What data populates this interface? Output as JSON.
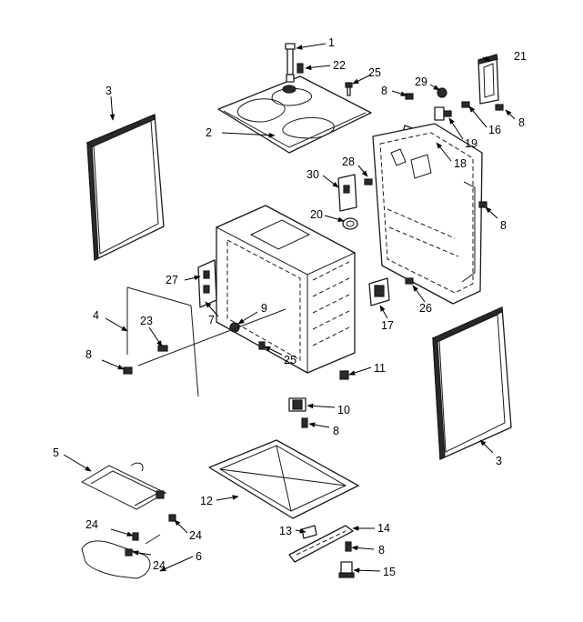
{
  "callouts": [
    {
      "id": "c1",
      "text": "1"
    },
    {
      "id": "c2",
      "text": "2"
    },
    {
      "id": "c3a",
      "text": "3"
    },
    {
      "id": "c3b",
      "text": "3"
    },
    {
      "id": "c4",
      "text": "4"
    },
    {
      "id": "c5",
      "text": "5"
    },
    {
      "id": "c6",
      "text": "6"
    },
    {
      "id": "c7",
      "text": "7"
    },
    {
      "id": "c8a",
      "text": "8"
    },
    {
      "id": "c8b",
      "text": "8"
    },
    {
      "id": "c8c",
      "text": "8"
    },
    {
      "id": "c8d",
      "text": "8"
    },
    {
      "id": "c8e",
      "text": "8"
    },
    {
      "id": "c8f",
      "text": "8"
    },
    {
      "id": "c9",
      "text": "9"
    },
    {
      "id": "c10",
      "text": "10"
    },
    {
      "id": "c11",
      "text": "11"
    },
    {
      "id": "c12",
      "text": "12"
    },
    {
      "id": "c13",
      "text": "13"
    },
    {
      "id": "c14",
      "text": "14"
    },
    {
      "id": "c15",
      "text": "15"
    },
    {
      "id": "c16",
      "text": "16"
    },
    {
      "id": "c17",
      "text": "17"
    },
    {
      "id": "c18",
      "text": "18"
    },
    {
      "id": "c19",
      "text": "19"
    },
    {
      "id": "c20",
      "text": "20"
    },
    {
      "id": "c21",
      "text": "21"
    },
    {
      "id": "c22",
      "text": "22"
    },
    {
      "id": "c23",
      "text": "23"
    },
    {
      "id": "c24a",
      "text": "24"
    },
    {
      "id": "c24b",
      "text": "24"
    },
    {
      "id": "c24c",
      "text": "24"
    },
    {
      "id": "c25a",
      "text": "25"
    },
    {
      "id": "c25b",
      "text": "25"
    },
    {
      "id": "c26",
      "text": "26"
    },
    {
      "id": "c27",
      "text": "27"
    },
    {
      "id": "c28",
      "text": "28"
    },
    {
      "id": "c29",
      "text": "29"
    },
    {
      "id": "c30",
      "text": "30"
    }
  ]
}
